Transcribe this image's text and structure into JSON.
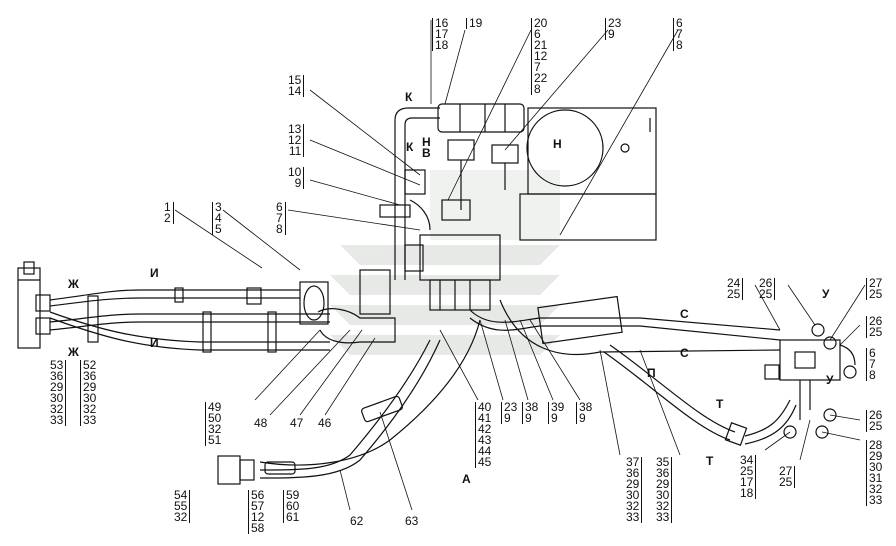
{
  "callouts": {
    "c1": [
      "16",
      "17",
      "18"
    ],
    "c2": [
      "19"
    ],
    "c3": [
      "20",
      "6",
      "21",
      "12",
      "7",
      "22",
      "8"
    ],
    "c4": [
      "23",
      "9"
    ],
    "c5": [
      "6",
      "7",
      "8"
    ],
    "c6": [
      "15",
      "14"
    ],
    "c7": [
      "13",
      "12",
      "11"
    ],
    "c8": [
      "10",
      "9"
    ],
    "c9": [
      "6",
      "7",
      "8"
    ],
    "c10": [
      "1",
      "2"
    ],
    "c11": [
      "3",
      "4",
      "5"
    ],
    "c12": [
      "24",
      "25"
    ],
    "c13": [
      "26",
      "25"
    ],
    "c14": [
      "27",
      "25"
    ],
    "c15": [
      "26",
      "25"
    ],
    "c16": [
      "6",
      "7",
      "8"
    ],
    "c17": [
      "26",
      "25"
    ],
    "c18": [
      "28",
      "29",
      "30",
      "31",
      "32",
      "33"
    ],
    "c19": [
      "34",
      "25",
      "17",
      "18"
    ],
    "c20": [
      "27",
      "25"
    ],
    "c21": [
      "37",
      "36",
      "29",
      "30",
      "32",
      "33"
    ],
    "c22": [
      "35",
      "36",
      "29",
      "30",
      "32",
      "33"
    ],
    "c23": [
      "40",
      "41",
      "42",
      "43",
      "44",
      "45"
    ],
    "c24": [
      "23",
      "9"
    ],
    "c25": [
      "38",
      "9"
    ],
    "c26": [
      "39",
      "9"
    ],
    "c27": [
      "38",
      "9"
    ],
    "c28": [
      "49",
      "50",
      "32",
      "51"
    ],
    "c29": [
      "48"
    ],
    "c30": [
      "47"
    ],
    "c31": [
      "46"
    ],
    "c32": [
      "53",
      "36",
      "29",
      "30",
      "32",
      "33"
    ],
    "c33": [
      "52",
      "36",
      "29",
      "30",
      "32",
      "33"
    ],
    "c34": [
      "54",
      "55",
      "32"
    ],
    "c35": [
      "56",
      "57",
      "12",
      "58"
    ],
    "c36": [
      "59",
      "60",
      "61"
    ],
    "c37": [
      "62"
    ],
    "c38": [
      "63"
    ]
  },
  "views": {
    "K1": "К",
    "K2": "К",
    "N1": "Н",
    "V1": "В",
    "N2": "Н",
    "Zh1": "Ж",
    "Zh2": "Ж",
    "I1": "И",
    "I2": "И",
    "S1": "С",
    "S2": "С",
    "U1": "У",
    "U2": "У",
    "P1": "П",
    "T1": "Т",
    "T2": "Т",
    "A1": "А"
  }
}
